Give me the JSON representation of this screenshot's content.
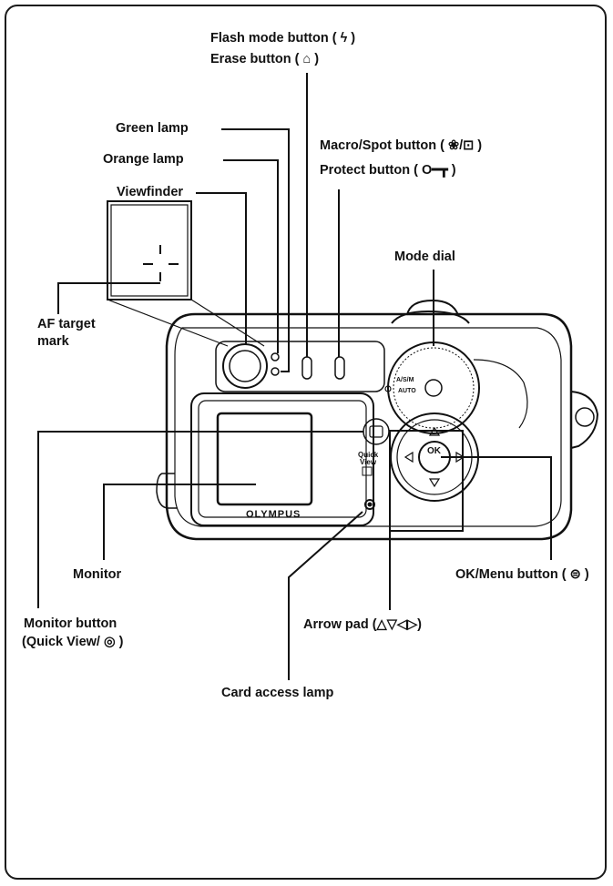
{
  "labels": {
    "flash_mode": "Flash mode button ( ϟ )",
    "erase": "Erase button ( ⌂ )",
    "green_lamp": "Green lamp",
    "orange_lamp": "Orange lamp",
    "viewfinder": "Viewfinder",
    "macro_spot": "Macro/Spot button ( ❀/⊡ )",
    "protect": "Protect button ( O━┳ )",
    "mode_dial": "Mode dial",
    "af_target_1": "AF target",
    "af_target_2": "mark",
    "monitor": "Monitor",
    "ok_menu": "OK/Menu button ( ⊜ )",
    "monitor_button_1": "Monitor button",
    "monitor_button_2": "(Quick View/ ◎ )",
    "arrow_pad": "Arrow pad (△▽◁▷)",
    "card_access_lamp": "Card access lamp"
  },
  "camera": {
    "brand": "OLYMPUS",
    "quick_view_1": "Quick",
    "quick_view_2": "View",
    "ok_text": "OK",
    "dial_text": "A/S/M",
    "dial_auto": "AUTO"
  }
}
